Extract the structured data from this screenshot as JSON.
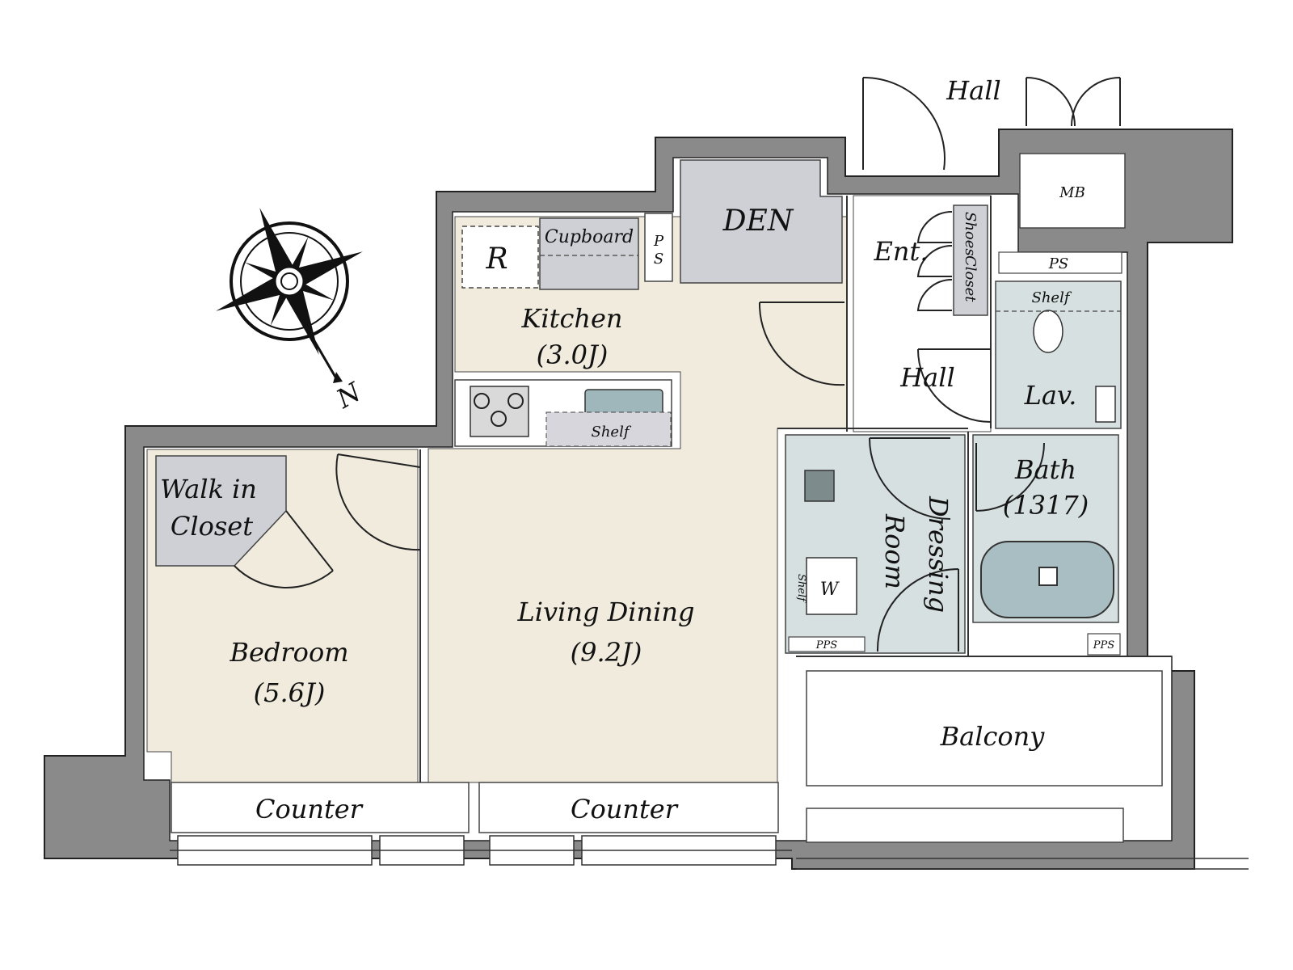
{
  "rooms": {
    "hall_top": "Hall",
    "mb": "MB",
    "den": "DEN",
    "ent": "Ent.",
    "shoes_closet_1": "Shoes",
    "shoes_closet_2": "Closet",
    "ps_top": "PS",
    "shelf_lav": "Shelf",
    "refrigerator": "R",
    "cupboard": "Cupboard",
    "ps_kitchen_p": "P",
    "ps_kitchen_s": "S",
    "kitchen": "Kitchen",
    "kitchen_size": "(3.0J)",
    "shelf_kitchen": "Shelf",
    "hall_mid": "Hall",
    "lav": "Lav.",
    "walk_in_1": "Walk in",
    "walk_in_2": "Closet",
    "bath": "Bath",
    "bath_size": "(1317)",
    "dressing_1": "Dressing",
    "dressing_2": "Room",
    "washer": "W",
    "shelf_dressing": "Shelf",
    "living": "Living Dining",
    "living_size": "(9.2J)",
    "bedroom": "Bedroom",
    "bedroom_size": "(5.6J)",
    "pps_left": "PPS",
    "pps_right": "PPS",
    "balcony": "Balcony",
    "counter_left": "Counter",
    "counter_right": "Counter",
    "compass_n": "N"
  },
  "colors": {
    "wall": "#8a8a8a",
    "floor_wood": "#f0ebdd",
    "wet_area": "#d6e0e0",
    "storage": "#cfd0d6",
    "outline": "#222222"
  }
}
